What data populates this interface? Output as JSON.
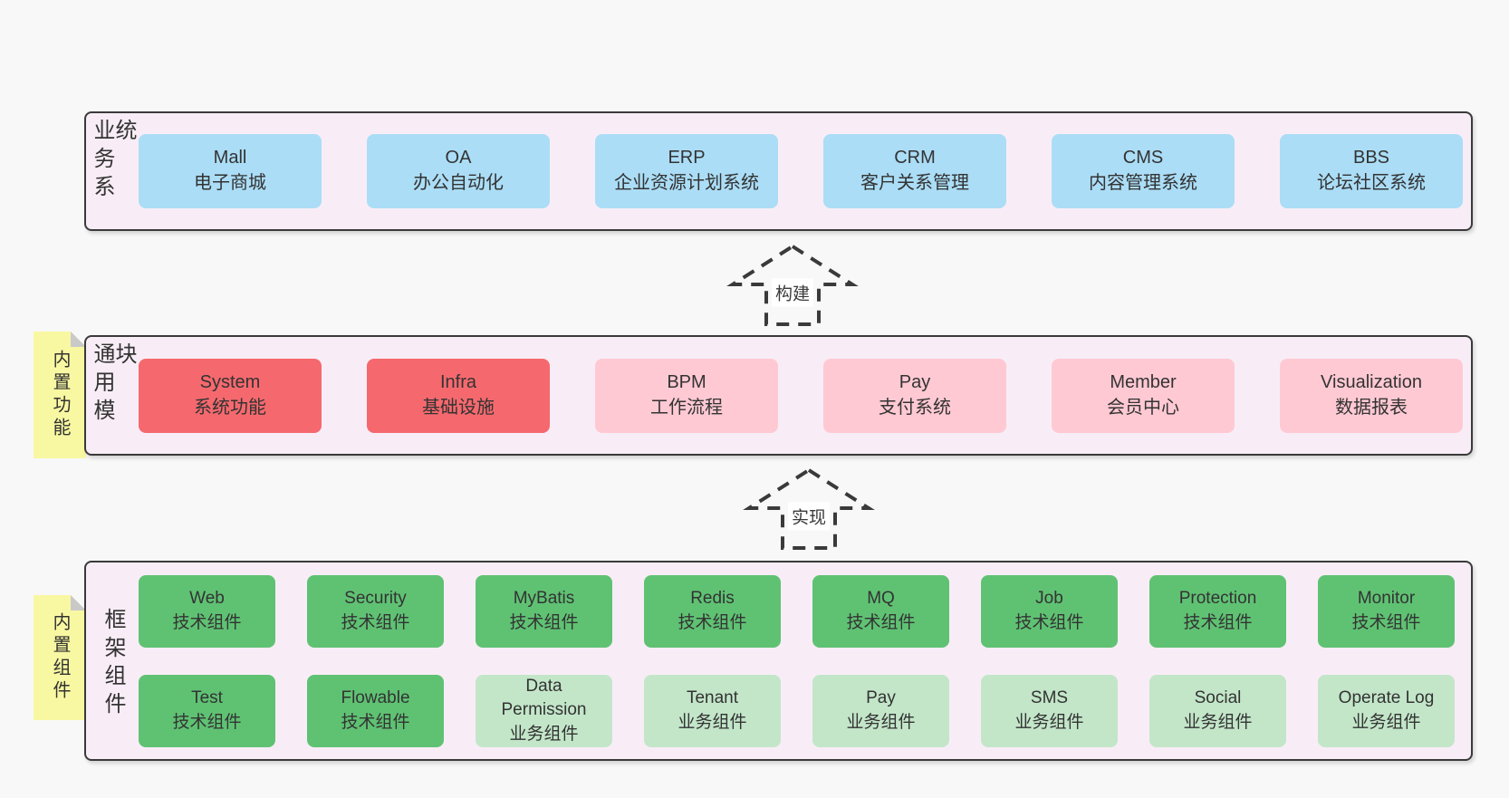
{
  "colors": {
    "page_bg": "#f8f8f8",
    "container_bg": "#f8edf6",
    "container_border": "#3a3a3a",
    "tag_bg": "#f9f8a2",
    "tag_fold": "#c9c9c9",
    "text": "#333333",
    "blue": "#abddf6",
    "red": "#f5696e",
    "pink": "#ffc9d3",
    "green": "#5fc273",
    "green_light": "#c3e6c9"
  },
  "arrows": [
    {
      "label": "构建"
    },
    {
      "label": "实现"
    }
  ],
  "layers": [
    {
      "side_label": "业务系统",
      "tag": null,
      "rows": [
        [
          {
            "name": "Mall",
            "desc": "电子商城",
            "color": "blue"
          },
          {
            "name": "OA",
            "desc": "办公自动化",
            "color": "blue"
          },
          {
            "name": "ERP",
            "desc": "企业资源计划系统",
            "color": "blue"
          },
          {
            "name": "CRM",
            "desc": "客户关系管理",
            "color": "blue"
          },
          {
            "name": "CMS",
            "desc": "内容管理系统",
            "color": "blue"
          },
          {
            "name": "BBS",
            "desc": "论坛社区系统",
            "color": "blue"
          }
        ]
      ]
    },
    {
      "side_label": "通用模块",
      "tag": "内置功能",
      "rows": [
        [
          {
            "name": "System",
            "desc": "系统功能",
            "color": "red"
          },
          {
            "name": "Infra",
            "desc": "基础设施",
            "color": "red"
          },
          {
            "name": "BPM",
            "desc": "工作流程",
            "color": "pink"
          },
          {
            "name": "Pay",
            "desc": "支付系统",
            "color": "pink"
          },
          {
            "name": "Member",
            "desc": "会员中心",
            "color": "pink"
          },
          {
            "name": "Visualization",
            "desc": "数据报表",
            "color": "pink"
          }
        ]
      ]
    },
    {
      "side_label": "框架组件",
      "tag": "内置组件",
      "rows": [
        [
          {
            "name": "Web",
            "desc": "技术组件",
            "color": "green"
          },
          {
            "name": "Security",
            "desc": "技术组件",
            "color": "green"
          },
          {
            "name": "MyBatis",
            "desc": "技术组件",
            "color": "green"
          },
          {
            "name": "Redis",
            "desc": "技术组件",
            "color": "green"
          },
          {
            "name": "MQ",
            "desc": "技术组件",
            "color": "green"
          },
          {
            "name": "Job",
            "desc": "技术组件",
            "color": "green"
          },
          {
            "name": "Protection",
            "desc": "技术组件",
            "color": "green"
          },
          {
            "name": "Monitor",
            "desc": "技术组件",
            "color": "green"
          }
        ],
        [
          {
            "name": "Test",
            "desc": "技术组件",
            "color": "green"
          },
          {
            "name": "Flowable",
            "desc": "技术组件",
            "color": "green"
          },
          {
            "name": "Data Permission",
            "desc": "业务组件",
            "color": "green_light"
          },
          {
            "name": "Tenant",
            "desc": "业务组件",
            "color": "green_light"
          },
          {
            "name": "Pay",
            "desc": "业务组件",
            "color": "green_light"
          },
          {
            "name": "SMS",
            "desc": "业务组件",
            "color": "green_light"
          },
          {
            "name": "Social",
            "desc": "业务组件",
            "color": "green_light"
          },
          {
            "name": "Operate Log",
            "desc": "业务组件",
            "color": "green_light"
          }
        ]
      ]
    }
  ]
}
